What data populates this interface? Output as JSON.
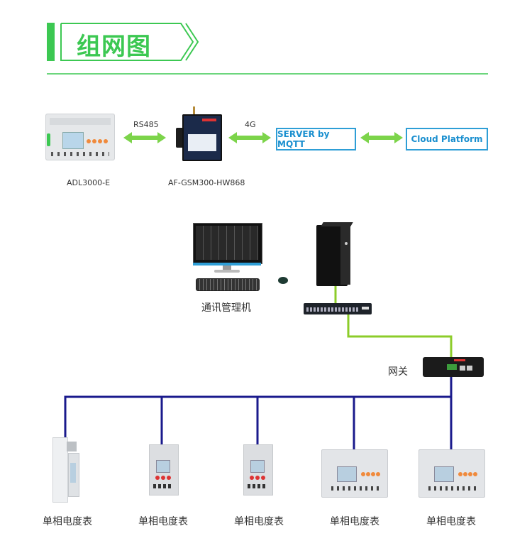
{
  "header": {
    "title": "组网图"
  },
  "top_row": {
    "meter": {
      "name": "ADL3000-E"
    },
    "link1": {
      "label": "RS485"
    },
    "gateway4g": {
      "name": "AF-GSM300-HW868"
    },
    "link2": {
      "label": "4G"
    },
    "server_box": {
      "label": "SERVER by MQTT"
    },
    "cloud_box": {
      "label": "Cloud Platform"
    }
  },
  "network": {
    "workstation": {
      "label": "通讯管理机"
    },
    "gateway": {
      "label": "网关"
    },
    "meters": [
      {
        "label": "单相电度表"
      },
      {
        "label": "单相电度表"
      },
      {
        "label": "单相电度表"
      },
      {
        "label": "单相电度表"
      },
      {
        "label": "单相电度表"
      }
    ]
  },
  "colors": {
    "accent_green": "#3cc852",
    "arrow_green": "#7cd44a",
    "box_blue": "#2e9ed6",
    "bus_blue": "#1a1a8c",
    "ethernet_green": "#8ccc2a"
  }
}
